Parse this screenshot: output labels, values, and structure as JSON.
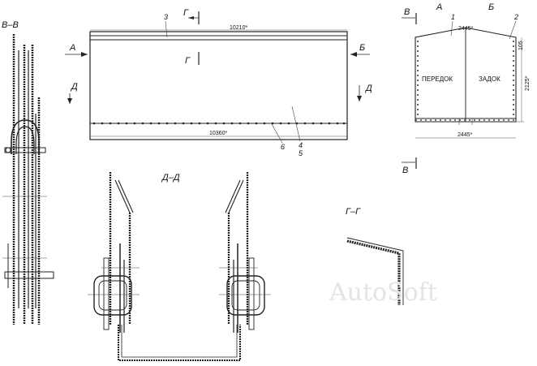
{
  "sections": {
    "vv": "В–В",
    "dd": "Д–Д",
    "gg": "Г–Г"
  },
  "view_markers": {
    "a_left": "А",
    "a_right": "А",
    "b_left": "Б",
    "b_right": "Б",
    "v_top": "В",
    "v_bottom": "В",
    "g_top": "Г",
    "g_mid": "Г",
    "d_left": "Д",
    "d_right": "Д"
  },
  "callouts": {
    "p1": "1",
    "p2": "2",
    "p3": "3",
    "p4": "4",
    "p5": "5",
    "p6": "6"
  },
  "dimensions": {
    "top_length": "10210*",
    "bottom_length": "10360*",
    "end_top_width": "2445*",
    "end_bottom_width": "2445*",
    "end_height": "2125*",
    "end_small": "105"
  },
  "labels": {
    "front": "ПЕРЕДОК",
    "rear": "ЗАДОК"
  },
  "watermark": "AutoSoft"
}
